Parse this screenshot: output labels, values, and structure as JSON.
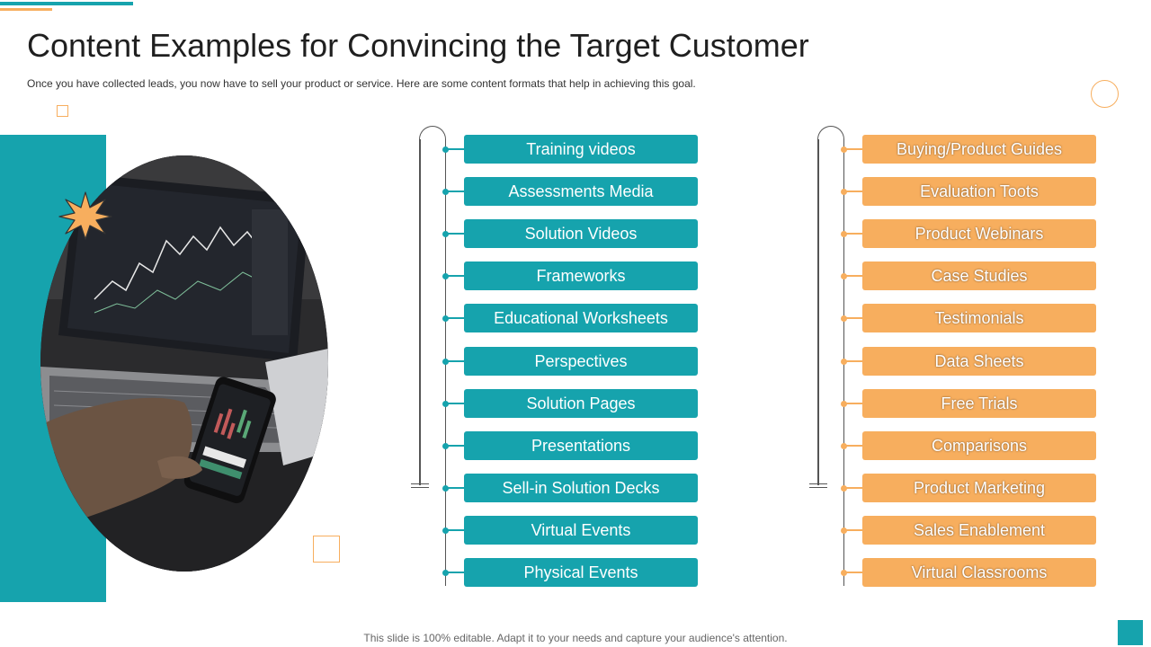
{
  "title": "Content Examples for Convincing the Target Customer",
  "subtitle": "Once you have collected leads, you now have to sell your product or service. Here are some content formats that help in achieving this goal.",
  "left_column": {
    "items": [
      "Training videos",
      "Assessments Media",
      "Solution Videos",
      "Frameworks",
      "Educational Worksheets",
      "Perspectives",
      "Solution Pages",
      "Presentations",
      "Sell-in Solution Decks",
      "Virtual Events",
      "Physical Events"
    ]
  },
  "right_column": {
    "items": [
      "Buying/Product Guides",
      "Evaluation Toots",
      "Product Webinars",
      "Case Studies",
      "Testimonials",
      "Data Sheets",
      "Free Trials",
      "Comparisons",
      "Product Marketing",
      "Sales Enablement",
      "Virtual Classrooms"
    ]
  },
  "footer": "This slide is 100% editable. Adapt it to your needs and capture your audience's attention.",
  "colors": {
    "teal": "#16a3ad",
    "orange": "#f7ae5e"
  },
  "icons": {
    "star": "starburst-icon"
  }
}
